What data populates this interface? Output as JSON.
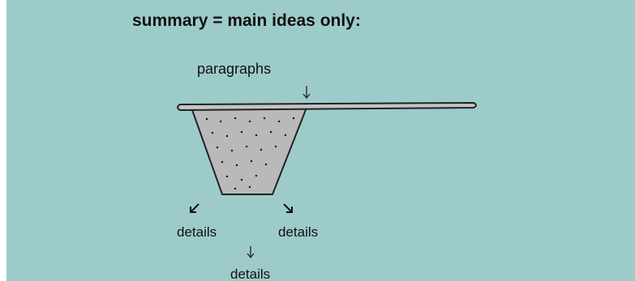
{
  "title": "summary = main ideas only:",
  "labels": {
    "input": "paragraphs",
    "outputs": [
      "details",
      "details",
      "details"
    ]
  },
  "colors": {
    "background": "#9dcbca",
    "sieve_fill": "#b9b9b9",
    "stroke": "#222222"
  },
  "icons": [
    "sieve-icon",
    "arrow-down-icon",
    "arrow-down-left-icon",
    "arrow-down-right-icon"
  ]
}
